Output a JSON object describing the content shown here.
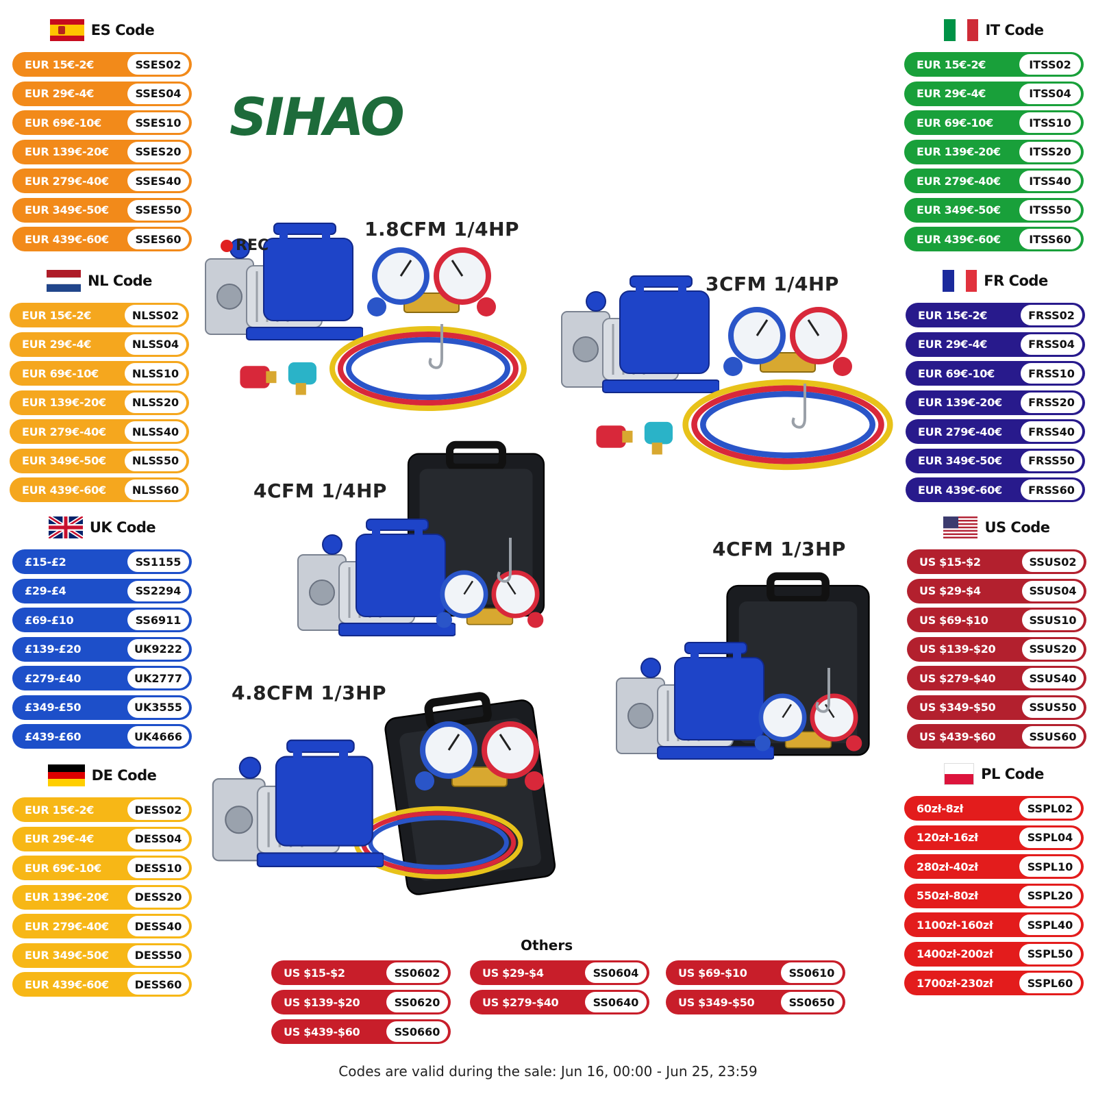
{
  "brand": {
    "logo_text": "SIHAO",
    "logo_color": "#1d6b3a"
  },
  "rec_label": "REC",
  "groups": {
    "es": {
      "title": "ES Code",
      "color": "#f28a1a",
      "rows": [
        {
          "amount": "EUR 15€-2€",
          "code": "SSES02"
        },
        {
          "amount": "EUR 29€-4€",
          "code": "SSES04"
        },
        {
          "amount": "EUR 69€-10€",
          "code": "SSES10"
        },
        {
          "amount": "EUR 139€-20€",
          "code": "SSES20"
        },
        {
          "amount": "EUR 279€-40€",
          "code": "SSES40"
        },
        {
          "amount": "EUR 349€-50€",
          "code": "SSES50"
        },
        {
          "amount": "EUR 439€-60€",
          "code": "SSES60"
        }
      ]
    },
    "nl": {
      "title": "NL Code",
      "color": "#f5a71e",
      "rows": [
        {
          "amount": "EUR 15€-2€",
          "code": "NLSS02"
        },
        {
          "amount": "EUR 29€-4€",
          "code": "NLSS04"
        },
        {
          "amount": "EUR 69€-10€",
          "code": "NLSS10"
        },
        {
          "amount": "EUR 139€-20€",
          "code": "NLSS20"
        },
        {
          "amount": "EUR 279€-40€",
          "code": "NLSS40"
        },
        {
          "amount": "EUR 349€-50€",
          "code": "NLSS50"
        },
        {
          "amount": "EUR 439€-60€",
          "code": "NLSS60"
        }
      ]
    },
    "uk": {
      "title": "UK Code",
      "color": "#1d4fc9",
      "rows": [
        {
          "amount": "£15-£2",
          "code": "SS1155"
        },
        {
          "amount": "£29-£4",
          "code": "SS2294"
        },
        {
          "amount": "£69-£10",
          "code": "SS6911"
        },
        {
          "amount": "£139-£20",
          "code": "UK9222"
        },
        {
          "amount": "£279-£40",
          "code": "UK2777"
        },
        {
          "amount": "£349-£50",
          "code": "UK3555"
        },
        {
          "amount": "£439-£60",
          "code": "UK4666"
        }
      ]
    },
    "de": {
      "title": "DE Code",
      "color": "#f7b716",
      "rows": [
        {
          "amount": "EUR 15€-2€",
          "code": "DESS02"
        },
        {
          "amount": "EUR 29€-4€",
          "code": "DESS04"
        },
        {
          "amount": "EUR 69€-10€",
          "code": "DESS10"
        },
        {
          "amount": "EUR 139€-20€",
          "code": "DESS20"
        },
        {
          "amount": "EUR 279€-40€",
          "code": "DESS40"
        },
        {
          "amount": "EUR 349€-50€",
          "code": "DESS50"
        },
        {
          "amount": "EUR 439€-60€",
          "code": "DESS60"
        }
      ]
    },
    "it": {
      "title": "IT Code",
      "color": "#19a03a",
      "rows": [
        {
          "amount": "EUR 15€-2€",
          "code": "ITSS02"
        },
        {
          "amount": "EUR 29€-4€",
          "code": "ITSS04"
        },
        {
          "amount": "EUR 69€-10€",
          "code": "ITSS10"
        },
        {
          "amount": "EUR 139€-20€",
          "code": "ITSS20"
        },
        {
          "amount": "EUR 279€-40€",
          "code": "ITSS40"
        },
        {
          "amount": "EUR 349€-50€",
          "code": "ITSS50"
        },
        {
          "amount": "EUR 439€-60€",
          "code": "ITSS60"
        }
      ]
    },
    "fr": {
      "title": "FR Code",
      "color": "#281a8c",
      "rows": [
        {
          "amount": "EUR 15€-2€",
          "code": "FRSS02"
        },
        {
          "amount": "EUR 29€-4€",
          "code": "FRSS04"
        },
        {
          "amount": "EUR 69€-10€",
          "code": "FRSS10"
        },
        {
          "amount": "EUR 139€-20€",
          "code": "FRSS20"
        },
        {
          "amount": "EUR 279€-40€",
          "code": "FRSS40"
        },
        {
          "amount": "EUR 349€-50€",
          "code": "FRSS50"
        },
        {
          "amount": "EUR 439€-60€",
          "code": "FRSS60"
        }
      ]
    },
    "us": {
      "title": "US Code",
      "color": "#b3202e",
      "rows": [
        {
          "amount": "US $15-$2",
          "code": "SSUS02"
        },
        {
          "amount": "US $29-$4",
          "code": "SSUS04"
        },
        {
          "amount": "US $69-$10",
          "code": "SSUS10"
        },
        {
          "amount": "US $139-$20",
          "code": "SSUS20"
        },
        {
          "amount": "US $279-$40",
          "code": "SSUS40"
        },
        {
          "amount": "US $349-$50",
          "code": "SSUS50"
        },
        {
          "amount": "US $439-$60",
          "code": "SSUS60"
        }
      ]
    },
    "pl": {
      "title": "PL Code",
      "color": "#e31c1c",
      "rows": [
        {
          "amount": "60zł-8zł",
          "code": "SSPL02"
        },
        {
          "amount": "120zł-16zł",
          "code": "SSPL04"
        },
        {
          "amount": "280zł-40zł",
          "code": "SSPL10"
        },
        {
          "amount": "550zł-80zł",
          "code": "SSPL20"
        },
        {
          "amount": "1100zł-160zł",
          "code": "SSPL40"
        },
        {
          "amount": "1400zł-200zł",
          "code": "SSPL50"
        },
        {
          "amount": "1700zł-230zł",
          "code": "SSPL60"
        }
      ]
    }
  },
  "products": [
    {
      "label": "1.8CFM 1/4HP"
    },
    {
      "label": "3CFM 1/4HP"
    },
    {
      "label": "4CFM 1/4HP"
    },
    {
      "label": "4CFM 1/3HP"
    },
    {
      "label": "4.8CFM 1/3HP"
    }
  ],
  "others": {
    "title": "Others",
    "color": "#c81e2a",
    "rows": [
      {
        "amount": "US $15-$2",
        "code": "SS0602"
      },
      {
        "amount": "US $29-$4",
        "code": "SS0604"
      },
      {
        "amount": "US $69-$10",
        "code": "SS0610"
      },
      {
        "amount": "US $139-$20",
        "code": "SS0620"
      },
      {
        "amount": "US $279-$40",
        "code": "SS0640"
      },
      {
        "amount": "US $349-$50",
        "code": "SS0650"
      },
      {
        "amount": "US $439-$60",
        "code": "SS0660"
      }
    ]
  },
  "footer": "Codes are valid during the sale: Jun 16, 00:00 - Jun 25, 23:59"
}
